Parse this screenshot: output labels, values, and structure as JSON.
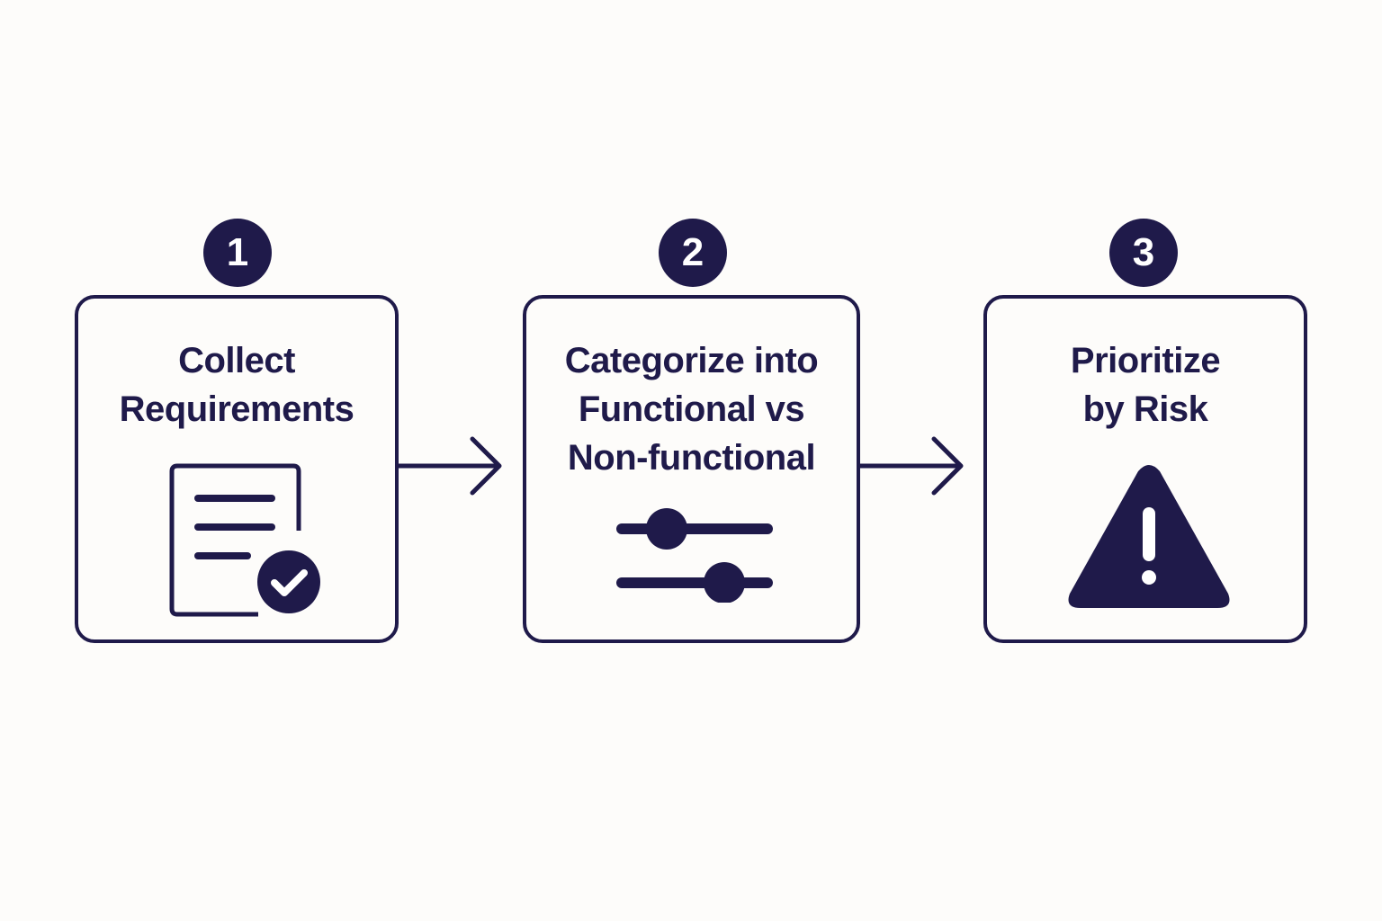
{
  "steps": [
    {
      "number": "1",
      "lines": [
        "Collect",
        "Requirements"
      ],
      "icon": "document-check-icon"
    },
    {
      "number": "2",
      "lines": [
        "Categorize into",
        "Functional vs",
        "Non-functional"
      ],
      "icon": "sliders-icon"
    },
    {
      "number": "3",
      "lines": [
        "Prioritize",
        "by Risk"
      ],
      "icon": "warning-icon"
    }
  ],
  "colors": {
    "primary": "#1f1a4a",
    "background": "#fdfcfa"
  }
}
